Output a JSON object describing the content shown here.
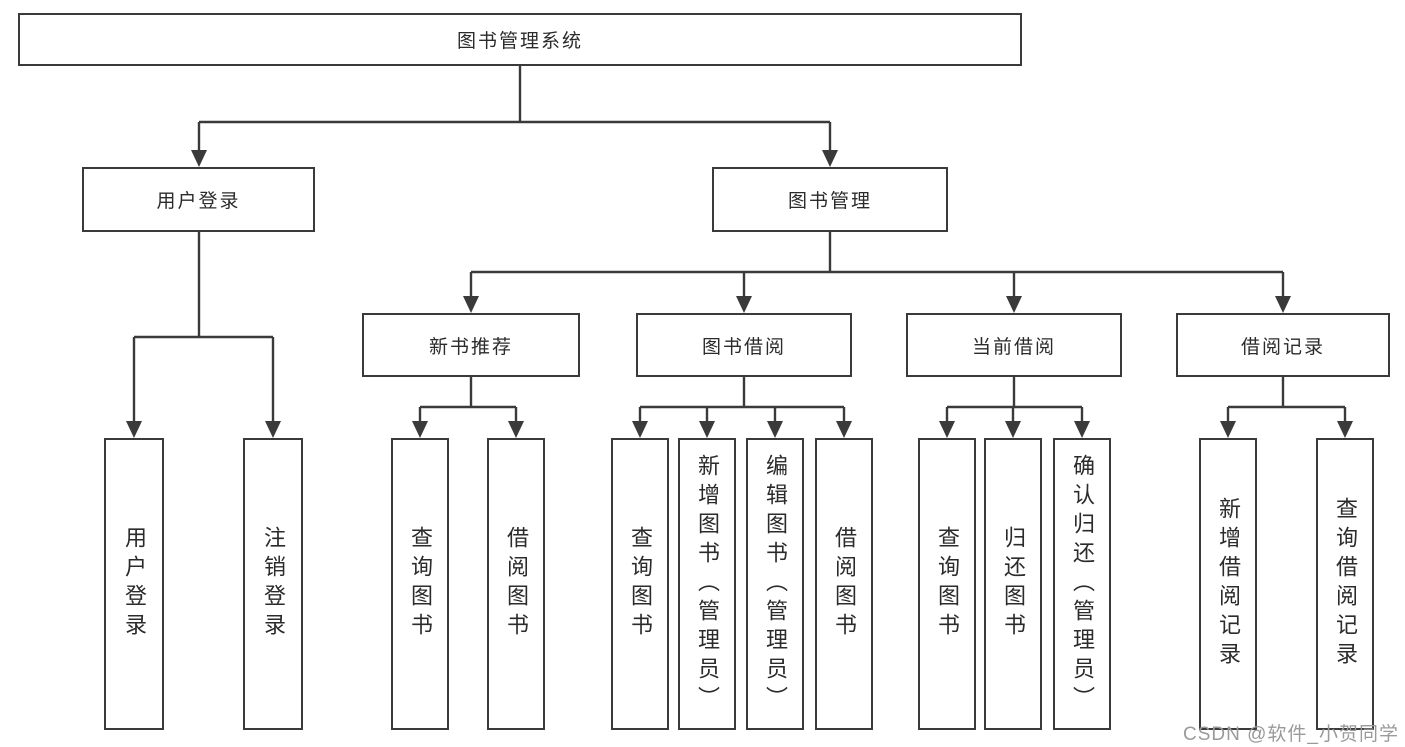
{
  "diagram": {
    "root": {
      "label": "图书管理系统"
    },
    "level1": [
      {
        "label": "用户登录",
        "parent": "图书管理系统"
      },
      {
        "label": "图书管理",
        "parent": "图书管理系统"
      }
    ],
    "level2": [
      {
        "label": "新书推荐",
        "parent": "图书管理"
      },
      {
        "label": "图书借阅",
        "parent": "图书管理"
      },
      {
        "label": "当前借阅",
        "parent": "图书管理"
      },
      {
        "label": "借阅记录",
        "parent": "图书管理"
      }
    ],
    "leaves": [
      {
        "label": "用户登录",
        "parent": "用户登录"
      },
      {
        "label": "注销登录",
        "parent": "用户登录"
      },
      {
        "label": "查询图书",
        "parent": "新书推荐"
      },
      {
        "label": "借阅图书",
        "parent": "新书推荐"
      },
      {
        "label": "查询图书",
        "parent": "图书借阅"
      },
      {
        "label": "新增图书（管理员）",
        "parent": "图书借阅"
      },
      {
        "label": "编辑图书（管理员）",
        "parent": "图书借阅"
      },
      {
        "label": "借阅图书",
        "parent": "图书借阅"
      },
      {
        "label": "查询图书",
        "parent": "当前借阅"
      },
      {
        "label": "归还图书",
        "parent": "当前借阅"
      },
      {
        "label": "确认归还（管理员）",
        "parent": "当前借阅"
      },
      {
        "label": "新增借阅记录",
        "parent": "借阅记录"
      },
      {
        "label": "查询借阅记录",
        "parent": "借阅记录"
      }
    ],
    "line_color": "#3a3a3a"
  },
  "watermark": "CSDN @软件_小贺同学"
}
